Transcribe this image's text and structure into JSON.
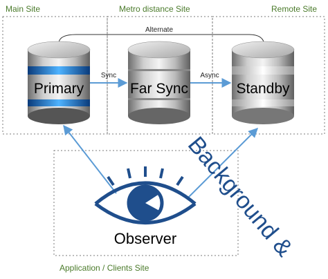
{
  "sites": {
    "main": "Main Site",
    "metro": "Metro distance Site",
    "remote": "Remote Site",
    "clients": "Application / Clients Site"
  },
  "nodes": {
    "primary": "Primary",
    "far_sync": "Far Sync",
    "standby": "Standby",
    "observer": "Observer"
  },
  "links": {
    "sync": "Sync",
    "async": "Async",
    "alternate": "Alternate"
  },
  "overlay_text": "Background &",
  "colors": {
    "site_border": "#7a7a7a",
    "site_label": "#4a7a2a",
    "arrow": "#5b9bd5",
    "eye": "#1f4e8c",
    "db_glow": "#1e90ff"
  }
}
